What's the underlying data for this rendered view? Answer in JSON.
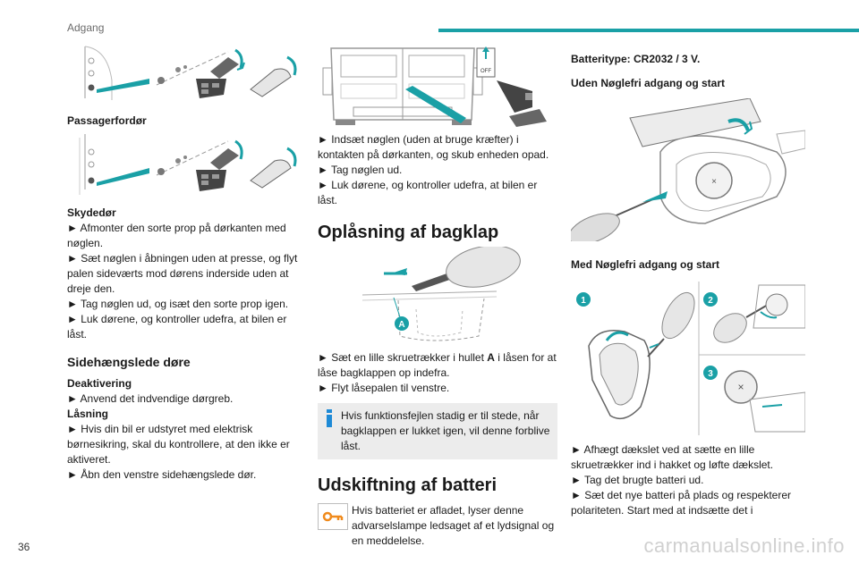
{
  "header": {
    "section": "Adgang"
  },
  "page_number": "36",
  "watermark": "carmanualsonline.info",
  "col1": {
    "passenger_door_label": "Passagerfordør",
    "sliding_door_label": "Skydedør",
    "sliding_steps": [
      "► Afmonter den sorte prop på dørkanten med nøglen.",
      "► Sæt nøglen i åbningen uden at presse, og flyt palen sideværts mod dørens inderside uden at dreje den.",
      "► Tag nøglen ud, og isæt den sorte prop igen.",
      "► Luk dørene, og kontroller udefra, at bilen er låst."
    ],
    "hinged_title": "Sidehængslede døre",
    "deactivation_label": "Deaktivering",
    "deactivation_step": "► Anvend det indvendige dørgreb.",
    "locking_label": "Låsning",
    "locking_steps": [
      "► Hvis din bil er udstyret med elektrisk børnesikring, skal du kontrollere, at den ikke er aktiveret.",
      "► Åbn den venstre sidehængslede dør."
    ]
  },
  "col2": {
    "rear_door_steps": [
      "► Indsæt nøglen (uden at bruge kræfter) i kontakten på dørkanten, og skub enheden opad.",
      "► Tag nøglen ud.",
      "► Luk dørene, og kontroller udefra, at bilen er låst."
    ],
    "off_label": "OFF",
    "tailgate_title": "Oplåsning af bagklap",
    "callout_a": "A",
    "tailgate_step1_pre": "► Sæt en lille skruetrækker i hullet ",
    "tailgate_step1_bold": "A",
    "tailgate_step1_post": " i låsen for at låse bagklappen op indefra.",
    "tailgate_step2": "► Flyt låsepalen til venstre.",
    "note": "Hvis funktionsfejlen stadig er til stede, når bagklappen er lukket igen, vil denne forblive låst.",
    "battery_title": "Udskiftning af batteri",
    "battery_warning": "Hvis batteriet er afladet, lyser denne advarselslampe ledsaget af et lydsignal og en meddelelse."
  },
  "col3": {
    "battery_type": "Batteritype: CR2032 / 3 V.",
    "keyless_without": "Uden Nøglefri adgang og start",
    "keyless_with": "Med Nøglefri adgang og start",
    "callout_1": "1",
    "callout_2": "2",
    "callout_3": "3",
    "steps": [
      "► Afhægt dækslet ved at sætte en lille skruetrækker ind i hakket og løfte dækslet.",
      "► Tag det brugte batteri ud.",
      "► Sæt det nye batteri på plads og respekterer polariteten. Start med at indsætte det i"
    ]
  },
  "colors": {
    "accent": "#1aa0a6",
    "warning_orange": "#f08a1c",
    "note_blue": "#1e8ad6",
    "text": "#1a1a1a"
  }
}
